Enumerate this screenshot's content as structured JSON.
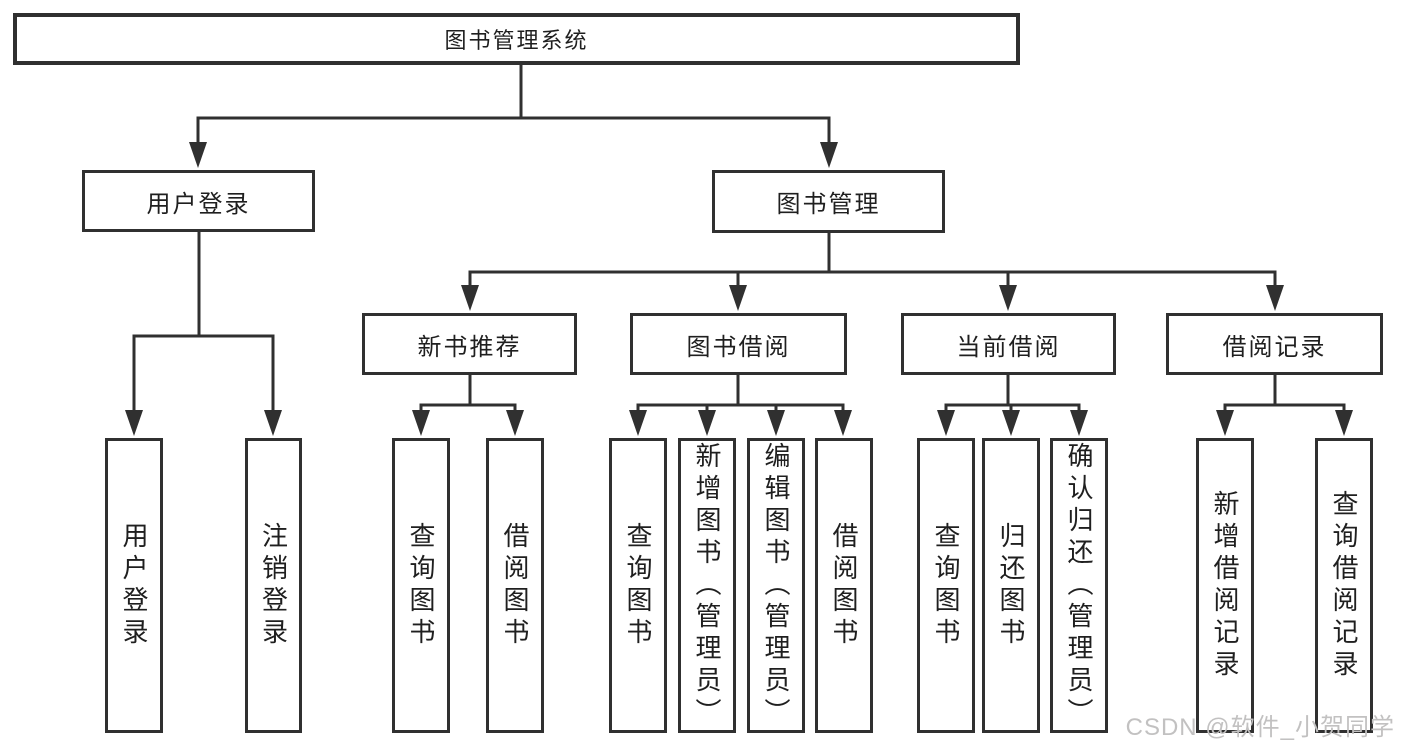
{
  "title": "图书管理系统",
  "tree": {
    "root": {
      "label": "图书管理系统",
      "children": [
        {
          "label": "用户登录",
          "children": [
            {
              "label": "用户登录"
            },
            {
              "label": "注销登录"
            }
          ]
        },
        {
          "label": "图书管理",
          "children": [
            {
              "label": "新书推荐",
              "children": [
                {
                  "label": "查询图书"
                },
                {
                  "label": "借阅图书"
                }
              ]
            },
            {
              "label": "图书借阅",
              "children": [
                {
                  "label": "查询图书"
                },
                {
                  "label": "新增图书（管理员）"
                },
                {
                  "label": "编辑图书（管理员）"
                },
                {
                  "label": "借阅图书"
                }
              ]
            },
            {
              "label": "当前借阅",
              "children": [
                {
                  "label": "查询图书"
                },
                {
                  "label": "归还图书"
                },
                {
                  "label": "确认归还（管理员）"
                }
              ]
            },
            {
              "label": "借阅记录",
              "children": [
                {
                  "label": "新增借阅记录"
                },
                {
                  "label": "查询借阅记录"
                }
              ]
            }
          ]
        }
      ]
    }
  },
  "watermark": {
    "text": "CSDN @软件_小贺同学"
  },
  "colors": {
    "line": "#303030",
    "box_border": "#303030",
    "text": "#1f1f1f",
    "watermark": "#c2c1c1",
    "background": "#ffffff"
  }
}
